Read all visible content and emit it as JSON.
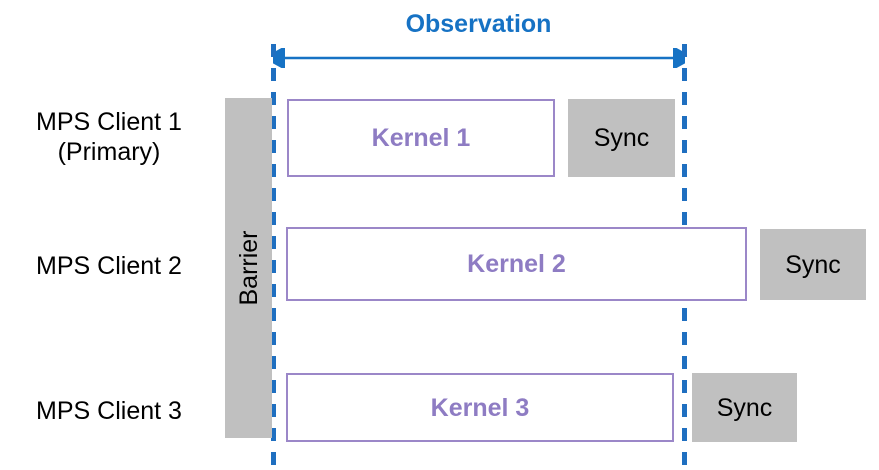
{
  "diagram": {
    "title": "Observation",
    "title_color": "#1672c4",
    "kernel_color": "#8e7cc3",
    "kernel_border_color": "#9b87c8",
    "sync_fill_color": "#c0c0c0",
    "barrier_fill_color": "#c0c0c0",
    "background_color": "#ffffff"
  },
  "observation": {
    "label": "Observation",
    "arrow_type": "double-headed-horizontal-arrow"
  },
  "barrier": {
    "label": "Barrier",
    "orientation": "vertical-rotated"
  },
  "rows": [
    {
      "client_label": "MPS Client 1\n(Primary)",
      "kernel_label": "Kernel 1",
      "sync_label": "Sync"
    },
    {
      "client_label": "MPS Client 2",
      "kernel_label": "Kernel 2",
      "sync_label": "Sync"
    },
    {
      "client_label": "MPS Client 3",
      "kernel_label": "Kernel 3",
      "sync_label": "Sync"
    }
  ]
}
